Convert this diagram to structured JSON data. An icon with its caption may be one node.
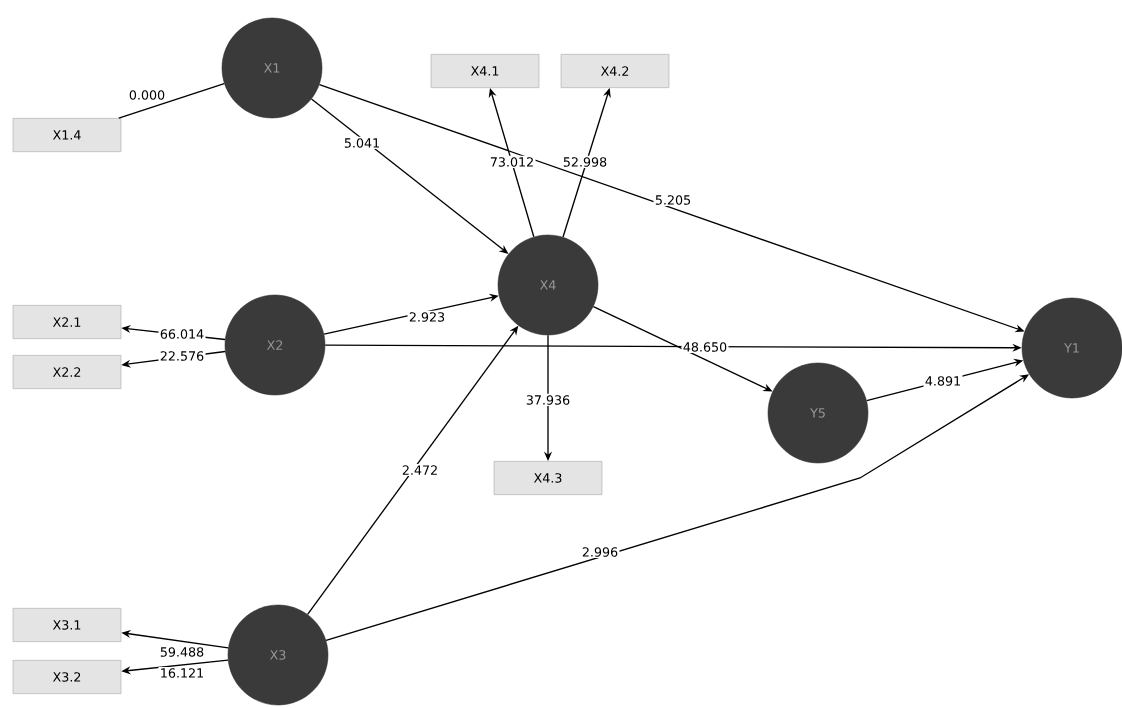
{
  "diagram": {
    "nodes": [
      {
        "text": [
          "X1"
        ]
      },
      {
        "text": [
          "X1.4"
        ]
      },
      {
        "text": [
          "X4.1"
        ]
      },
      {
        "text": [
          "X4.2"
        ]
      },
      {
        "text": [
          "X4"
        ]
      },
      {
        "text": [
          "X2"
        ]
      },
      {
        "text": [
          "X2.1"
        ]
      },
      {
        "text": [
          "X2.2"
        ]
      },
      {
        "text": [
          "Y5"
        ]
      },
      {
        "text": [
          "Y1"
        ]
      },
      {
        "text": [
          "X4.3"
        ]
      },
      {
        "text": [
          "X3"
        ]
      },
      {
        "text": [
          "X3.1"
        ]
      },
      {
        "text": [
          "X3.2"
        ]
      }
    ],
    "edges": [
      {
        "from": 0,
        "to": 1,
        "arrow": "none",
        "label": "0.000"
      },
      {
        "from": 0,
        "to": 4,
        "arrow": "to",
        "label": "5.041"
      },
      {
        "from": 0,
        "to": 9,
        "arrow": "to",
        "label": "5.205"
      },
      {
        "from": 4,
        "to": 2,
        "arrow": "to",
        "label": "73.012"
      },
      {
        "from": 4,
        "to": 3,
        "arrow": "to",
        "label": "52.998"
      },
      {
        "from": 5,
        "to": 6,
        "arrow": "to",
        "label": "66.014"
      },
      {
        "from": 5,
        "to": 7,
        "arrow": "to",
        "label": "22.576"
      },
      {
        "from": 5,
        "to": 4,
        "arrow": "to",
        "label": "2.923"
      },
      {
        "from": 5,
        "to": 9,
        "arrow": "to"
      },
      {
        "from": 4,
        "to": 8,
        "arrow": "to",
        "label": "48.650"
      },
      {
        "from": 4,
        "to": 10,
        "arrow": "to",
        "label": "37.936"
      },
      {
        "from": 11,
        "to": 4,
        "arrow": "to",
        "label": "2.472"
      },
      {
        "from": 11,
        "to": 9,
        "arrow": "to",
        "label": "2.996"
      },
      {
        "from": 8,
        "to": 9,
        "arrow": "to",
        "label": "4.891"
      },
      {
        "from": 11,
        "to": 12,
        "arrow": "to",
        "label": "59.488"
      },
      {
        "from": 11,
        "to": 13,
        "arrow": "to",
        "label": "16.121"
      }
    ]
  }
}
